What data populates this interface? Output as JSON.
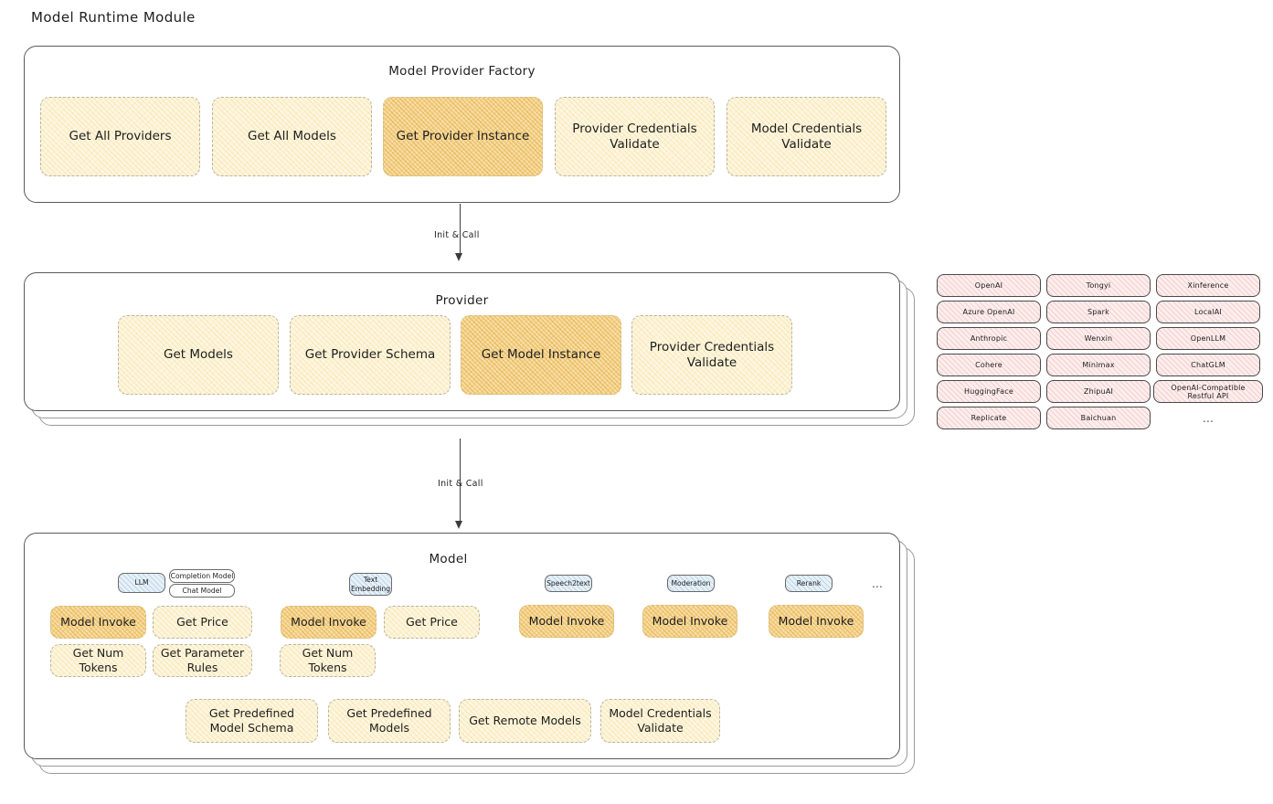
{
  "page": {
    "title": "Model Runtime Module"
  },
  "factory": {
    "title": "Model Provider Factory",
    "methods": [
      {
        "label": "Get All Providers",
        "highlight": false
      },
      {
        "label": "Get All Models",
        "highlight": false
      },
      {
        "label": "Get Provider Instance",
        "highlight": true
      },
      {
        "label": "Provider Credentials Validate",
        "highlight": false
      },
      {
        "label": "Model Credentials Validate",
        "highlight": false
      }
    ]
  },
  "arrow1": {
    "label": "Init & Call"
  },
  "provider": {
    "title": "Provider",
    "methods": [
      {
        "label": "Get Models",
        "highlight": false
      },
      {
        "label": "Get Provider Schema",
        "highlight": false
      },
      {
        "label": "Get Model Instance",
        "highlight": true
      },
      {
        "label": "Provider Credentials Validate",
        "highlight": false
      }
    ]
  },
  "provider_list": {
    "columns": [
      [
        "OpenAI",
        "Azure OpenAI",
        "Anthropic",
        "Cohere",
        "HuggingFace",
        "Replicate"
      ],
      [
        "Tongyi",
        "Spark",
        "Wenxin",
        "Minimax",
        "ZhipuAI",
        "Baichuan"
      ],
      [
        "Xinference",
        "LocalAI",
        "OpenLLM",
        "ChatGLM",
        "OpenAI-Compatible Restful API"
      ]
    ],
    "more": "..."
  },
  "arrow2": {
    "label": "Init & Call"
  },
  "model": {
    "title": "Model",
    "more": "...",
    "types": [
      {
        "badge": "LLM",
        "sub_badges": [
          "Completion Model",
          "Chat Model"
        ],
        "methods": [
          {
            "label": "Model Invoke",
            "highlight": true
          },
          {
            "label": "Get Price",
            "highlight": false
          },
          {
            "label": "Get Num Tokens",
            "highlight": false
          },
          {
            "label": "Get Parameter Rules",
            "highlight": false
          }
        ]
      },
      {
        "badge": "Text Embedding",
        "sub_badges": [],
        "methods": [
          {
            "label": "Model Invoke",
            "highlight": true
          },
          {
            "label": "Get Price",
            "highlight": false
          },
          {
            "label": "Get Num Tokens",
            "highlight": false
          }
        ]
      },
      {
        "badge": "Speech2text",
        "sub_badges": [],
        "methods": [
          {
            "label": "Model Invoke",
            "highlight": true
          }
        ]
      },
      {
        "badge": "Moderation",
        "sub_badges": [],
        "methods": [
          {
            "label": "Model Invoke",
            "highlight": true
          }
        ]
      },
      {
        "badge": "Rerank",
        "sub_badges": [],
        "methods": [
          {
            "label": "Model Invoke",
            "highlight": true
          }
        ]
      }
    ],
    "common_methods": [
      {
        "label": "Get Predefined Model Schema"
      },
      {
        "label": "Get Predefined Models"
      },
      {
        "label": "Get Remote Models"
      },
      {
        "label": "Model Credentials Validate"
      }
    ]
  },
  "colors": {
    "chip_fill": "#fdf6e1",
    "chip_highlight_fill": "#f7ddaa",
    "badge_fill": "#e7f1f8",
    "pill_fill": "#fdeeee",
    "stroke": "#1e1e1e"
  }
}
